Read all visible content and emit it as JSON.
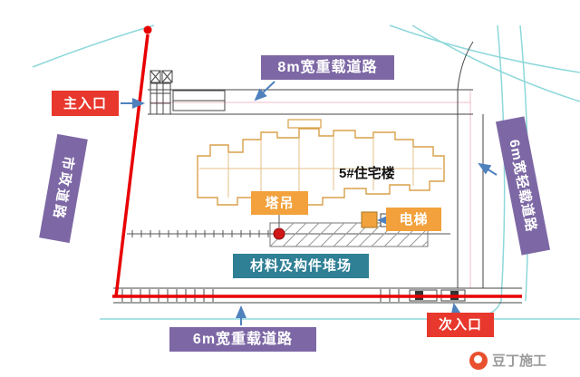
{
  "labels": {
    "top_road": "8m宽重载道路",
    "main_entrance": "主入口",
    "left_road": "市政道路",
    "right_road": "6m宽轻载道路",
    "bottom_road": "6m宽重载道路",
    "secondary_entrance": "次入口",
    "tower_crane": "塔吊",
    "elevator": "电梯",
    "material_yard": "材料及构件堆场",
    "building": "5#住宅楼"
  },
  "watermark": {
    "text": "豆丁施工"
  },
  "colors": {
    "road_label_purple": "#7d68a5",
    "entrance_label_red": "#e8372c",
    "equipment_label_orange": "#f2a13c",
    "yard_label_teal": "#2f7f95",
    "site_boundary_red": "#e80000",
    "arrow_blue": "#4f81bd",
    "cad_line_cyan": "#8ed8da",
    "building_outline_orange": "#d9a04a"
  }
}
